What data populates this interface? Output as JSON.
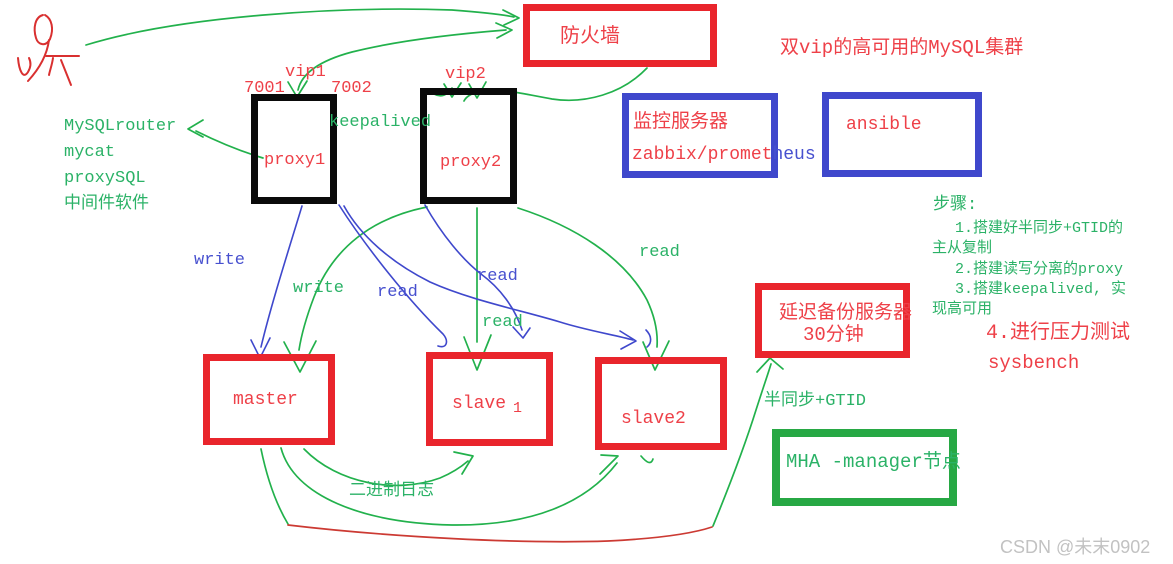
{
  "title": "双vip的高可用的MySQL集群",
  "nodes": {
    "firewall": {
      "label": "防火墙"
    },
    "proxy1": {
      "label": "proxy1"
    },
    "proxy2": {
      "label": "proxy2"
    },
    "monitor": {
      "line1": "监控服务器",
      "line2_red": "zabbix/promet",
      "line2_blue": "heus"
    },
    "ansible": {
      "label": "ansible"
    },
    "master": {
      "label": "master"
    },
    "slave1": {
      "label": "slave",
      "sub": "1"
    },
    "slave2": {
      "label": "slave2"
    },
    "delayed_backup": {
      "line1": "延迟备份服务器",
      "line2": "30分钟"
    },
    "mha": {
      "label": "MHA -manager节点"
    }
  },
  "annotations": {
    "vip1": "vip1",
    "port_7001": "7001",
    "port_7002": "7002",
    "vip2": "vip2",
    "keepalived": "keepalived",
    "middleware": [
      "MySQLrouter",
      "mycat",
      "proxySQL",
      "中间件软件"
    ],
    "write_blue": "write",
    "write_green": "write",
    "read_blue_1": "read",
    "read_blue_2": "read",
    "read_green_1": "read",
    "read_green_2": "read",
    "binary_log": "二进制日志",
    "semi_sync": "半同步+GTID"
  },
  "steps": {
    "heading": "步骤:",
    "green_lines": [
      "1.搭建好半同步+GTID的",
      "主从复制",
      "2.搭建读写分离的proxy",
      "3.搭建keepalived, 实",
      "现高可用"
    ],
    "red_lines": [
      "4.进行压力测试",
      "sysbench"
    ]
  },
  "watermark": "CSDN @未末0902",
  "colors": {
    "box_red": "#e9252c",
    "text_red": "#ee4048",
    "green_stroke": "#22b14c",
    "green_text": "#2bb267",
    "blue": "#3f48cc",
    "black_box": "#0a0a0a",
    "red_stroke": "#cc3a33",
    "watermark_gray": "#c2c2c2"
  }
}
